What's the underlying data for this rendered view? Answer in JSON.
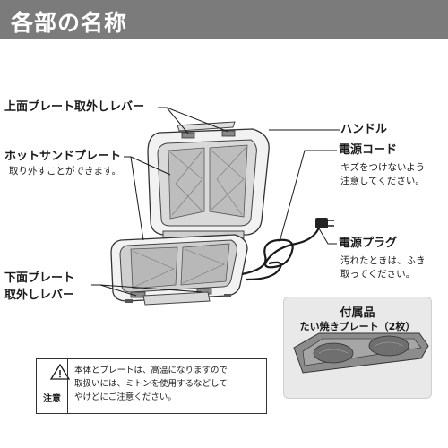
{
  "header": {
    "title": "各部の名称"
  },
  "labels": {
    "top_lever": "上面プレート取外しレバー",
    "hot_sand": "ホットサンドプレート",
    "hot_sand_note": "取り外すことができます。",
    "bottom_lever_1": "下面プレート",
    "bottom_lever_2": "取外しレバー",
    "handle": "ハンドル",
    "cord": "電源コード",
    "cord_note_1": "キズをつけないよう",
    "cord_note_2": "注意してください。",
    "plug": "電源プラグ",
    "plug_note_1": "汚れたときは、ふき",
    "plug_note_2": "取ってください。"
  },
  "accessory": {
    "title": "付属品",
    "item": "たい焼きプレート（2枚）"
  },
  "caution": {
    "label": "注意",
    "lines": [
      "本体とプレートは、高温になりますので",
      "取扱いには、ミトンを使用するなどして",
      "やけどにご注意ください。"
    ]
  }
}
